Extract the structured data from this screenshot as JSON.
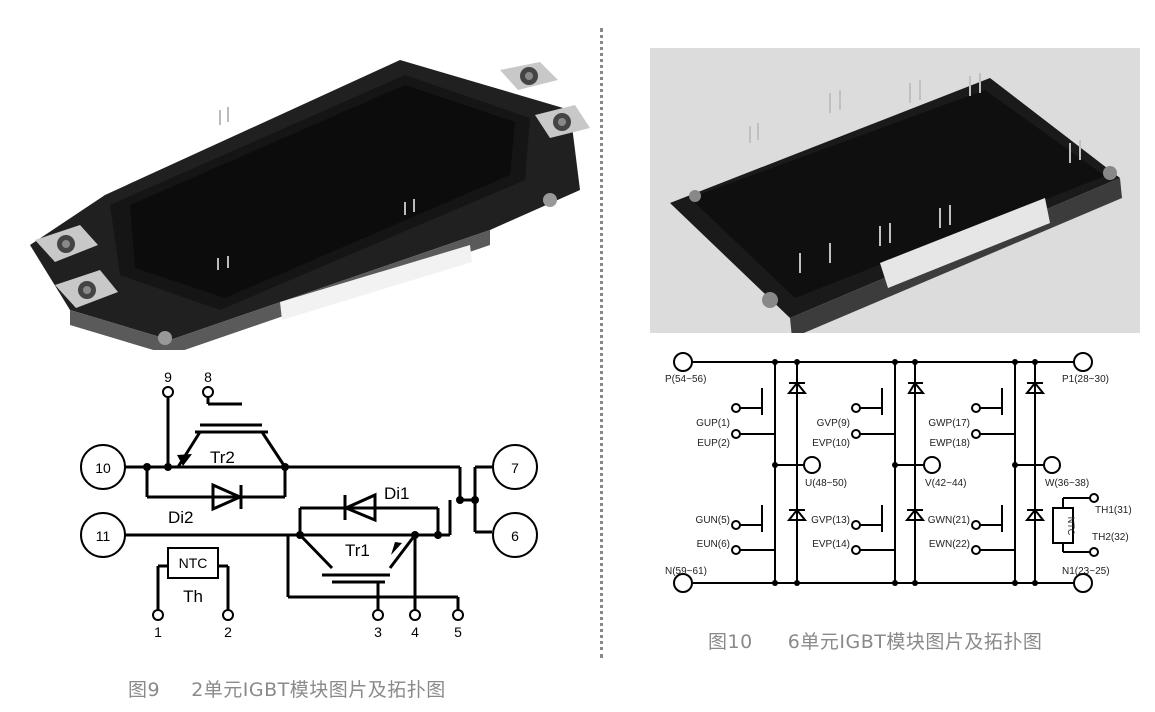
{
  "fig9": {
    "caption_num": "图9",
    "caption_text": "2单元IGBT模块图片及拓扑图",
    "terminals": {
      "t1": "1",
      "t2": "2",
      "t3": "3",
      "t4": "4",
      "t5": "5",
      "t6": "6",
      "t7": "7",
      "t8": "8",
      "t9": "9",
      "t10": "10",
      "t11": "11"
    },
    "labels": {
      "tr1": "Tr1",
      "tr2": "Tr2",
      "di1": "Di1",
      "di2": "Di2",
      "ntc": "NTC",
      "th": "Th"
    }
  },
  "fig10": {
    "caption_num": "图10",
    "caption_text": "6单元IGBT模块图片及拓扑图",
    "labels": {
      "p": "P(54~56)",
      "p1": "P1(28~30)",
      "n": "N(59~61)",
      "n1": "N1(23~25)",
      "u": "U(48~50)",
      "v": "V(42~44)",
      "w": "W(36~38)",
      "gup": "GUP(1)",
      "eup": "EUP(2)",
      "gvp": "GVP(9)",
      "evp": "EVP(10)",
      "gwp": "GWP(17)",
      "ewp": "EWP(18)",
      "gun": "GUN(5)",
      "eun": "EUN(6)",
      "gvp2": "GVP(13)",
      "evp2": "EVP(14)",
      "gwn": "GWN(21)",
      "ewn": "EWN(22)",
      "th1": "TH1(31)",
      "th2": "TH2(32)",
      "ntc": "NTC"
    }
  }
}
